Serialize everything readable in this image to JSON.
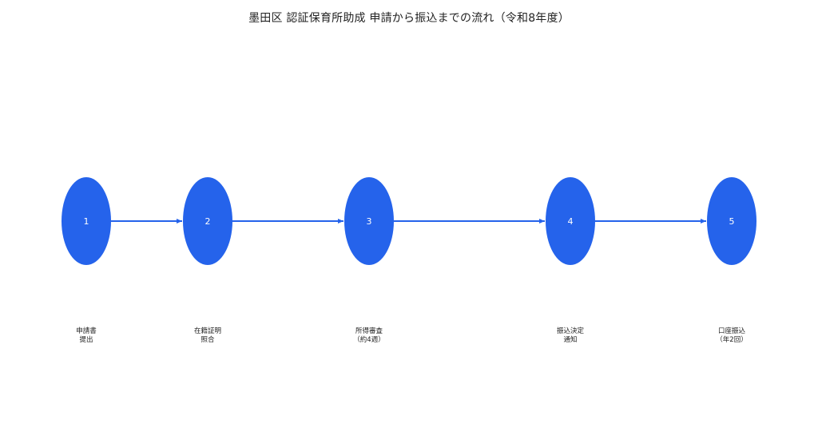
{
  "title": "墨田区 認証保育所助成 申請から振込までの流れ（令和8年度）",
  "colors": {
    "node_fill": "#2563eb",
    "edge": "#2563eb",
    "text": "#222222"
  },
  "steps": [
    {
      "number": "1",
      "label_lines": [
        "申請書",
        "提出"
      ]
    },
    {
      "number": "2",
      "label_lines": [
        "在籍証明",
        "照合"
      ]
    },
    {
      "number": "3",
      "label_lines": [
        "所得審査",
        "（約4週）"
      ]
    },
    {
      "number": "4",
      "label_lines": [
        "振込決定",
        "通知"
      ]
    },
    {
      "number": "5",
      "label_lines": [
        "口座振込",
        "（年2回）"
      ]
    }
  ],
  "edges": [
    {
      "from": "1",
      "to": "2"
    },
    {
      "from": "2",
      "to": "3"
    },
    {
      "from": "3",
      "to": "4"
    },
    {
      "from": "4",
      "to": "5"
    }
  ]
}
